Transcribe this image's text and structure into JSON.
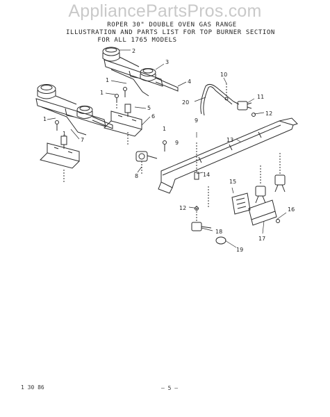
{
  "watermark": "AppliancePartsPros.com",
  "header": {
    "line1": "ROPER 30\" DOUBLE OVEN GAS RANGE",
    "line2": "ILLUSTRATION AND PARTS LIST FOR TOP BURNER SECTION",
    "line3": "FOR ALL 1765 MODELS"
  },
  "callouts": {
    "c1a": "1",
    "c1b": "1",
    "c1c": "1",
    "c1d": "1",
    "c1e": "1",
    "c2": "2",
    "c3": "3",
    "c4": "4",
    "c5": "5",
    "c6": "6",
    "c7": "7",
    "c8": "8",
    "c9a": "9",
    "c9b": "9",
    "c10": "10",
    "c11": "11",
    "c12a": "12",
    "c12b": "12",
    "c13": "13",
    "c14": "14",
    "c15": "15",
    "c16": "16",
    "c17": "17",
    "c18": "18",
    "c19": "19",
    "c20": "20"
  },
  "footer": {
    "date": "1 30 86",
    "page": "– 5 –"
  }
}
